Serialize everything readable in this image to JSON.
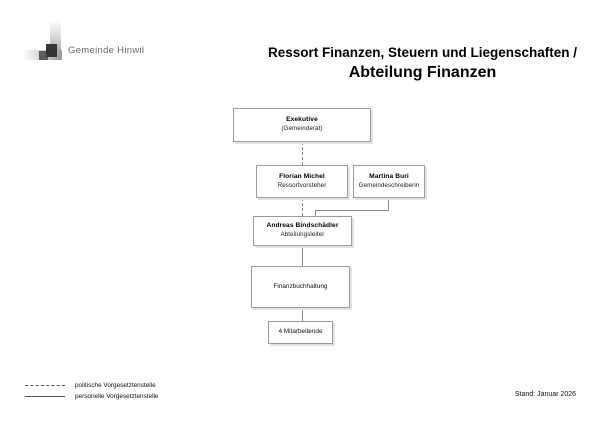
{
  "header": {
    "logo_text": "Gemeinde Hinwil",
    "title_line1": "Ressort Finanzen, Steuern und Liegenschaften /",
    "title_line2": "Abteilung Finanzen"
  },
  "org_chart": {
    "nodes": [
      {
        "id": "exekutive",
        "title": "Exekutive",
        "subtitle": "(Gemeinderat)",
        "level": 0
      },
      {
        "id": "ressortvorsteher",
        "title": "Florian Michel",
        "subtitle": "Ressortvorsteher",
        "level": 1
      },
      {
        "id": "gemeindeschreiberin",
        "title": "Martina Buri",
        "subtitle": "Gemeindeschreiberin",
        "level": 1
      },
      {
        "id": "abteilungsleiter",
        "title": "Andreas Bindschädler",
        "subtitle": "Abteilungsleiter",
        "level": 2
      },
      {
        "id": "finanzbuchhaltung",
        "title": "Finanzbuchhaltung",
        "subtitle": "",
        "level": 3
      },
      {
        "id": "mitarbeitende",
        "title": "4 Mitarbeitende",
        "subtitle": "",
        "level": 4
      }
    ],
    "connections": [
      {
        "from": "exekutive",
        "to": "ressortvorsteher",
        "style": "dashed"
      },
      {
        "from": "ressortvorsteher",
        "to": "abteilungsleiter",
        "style": "dashed"
      },
      {
        "from": "gemeindeschreiberin",
        "to": "abteilungsleiter",
        "style": "solid"
      },
      {
        "from": "abteilungsleiter",
        "to": "finanzbuchhaltung",
        "style": "solid"
      },
      {
        "from": "finanzbuchhaltung",
        "to": "mitarbeitende",
        "style": "solid"
      }
    ]
  },
  "legend": {
    "items": [
      {
        "style": "dashed",
        "label": "politische Vorgesetztenstelle"
      },
      {
        "style": "solid",
        "label": "personelle Vorgesetztenstelle"
      }
    ]
  },
  "footer": {
    "stand": "Stand: Januar 2026"
  },
  "colors": {
    "box_border": "#9c9c9c",
    "box_shadow": "#e2e2e2",
    "connector": "#8a8a8a",
    "text": "#000000",
    "logo_text": "#6a6a6a"
  }
}
